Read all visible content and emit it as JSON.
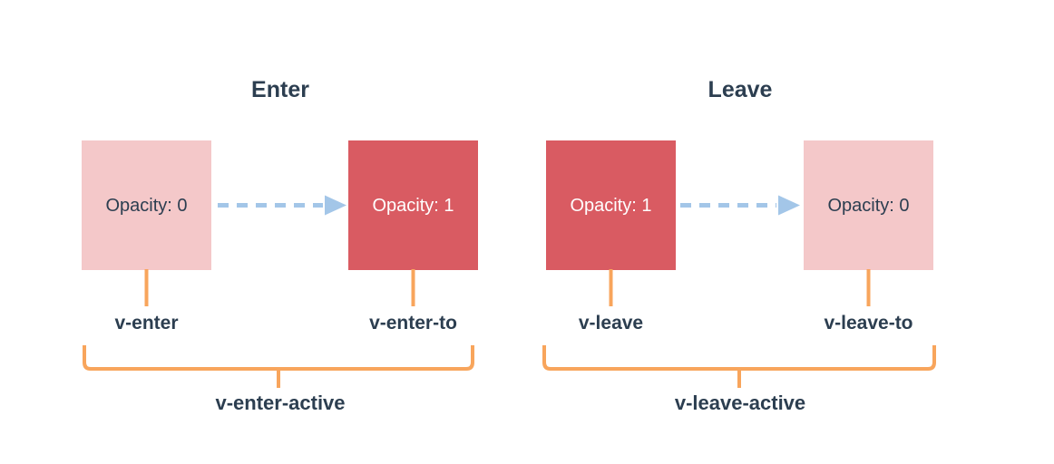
{
  "colors": {
    "background": "#ffffff",
    "box_red": "#d95b62",
    "box_pink": "#f4c8c9",
    "arrow_blue": "#a3c6e8",
    "bracket_orange": "#f8a55c",
    "text_dark": "#2c3e50",
    "text_on_red": "#ffffff"
  },
  "sections": [
    {
      "title": "Enter",
      "boxes": [
        {
          "label": "Opacity: 0",
          "state_class": "v-enter"
        },
        {
          "label": "Opacity: 1",
          "state_class": "v-enter-to"
        }
      ],
      "active_class": "v-enter-active"
    },
    {
      "title": "Leave",
      "boxes": [
        {
          "label": "Opacity: 1",
          "state_class": "v-leave"
        },
        {
          "label": "Opacity: 0",
          "state_class": "v-leave-to"
        }
      ],
      "active_class": "v-leave-active"
    }
  ]
}
